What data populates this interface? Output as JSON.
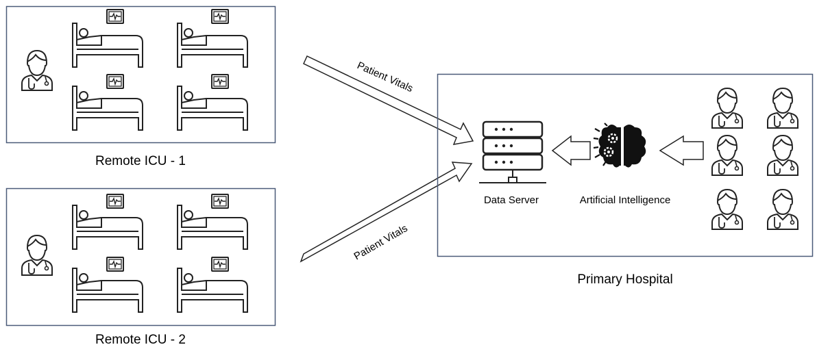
{
  "remote_icus": [
    {
      "label": "Remote ICU - 1"
    },
    {
      "label": "Remote ICU - 2"
    }
  ],
  "flows": [
    {
      "label": "Patient Vitals"
    },
    {
      "label": "Patient Vitals"
    }
  ],
  "hospital": {
    "label": "Primary Hospital",
    "data_server_label": "Data Server",
    "ai_label": "Artificial Intelligence"
  },
  "colors": {
    "frame_border": "#4a5a78",
    "stroke": "#222222"
  },
  "icons": [
    "doctor-icon",
    "bed-icon",
    "monitor-icon",
    "server-icon",
    "ai-brain-icon",
    "arrow-icon"
  ]
}
